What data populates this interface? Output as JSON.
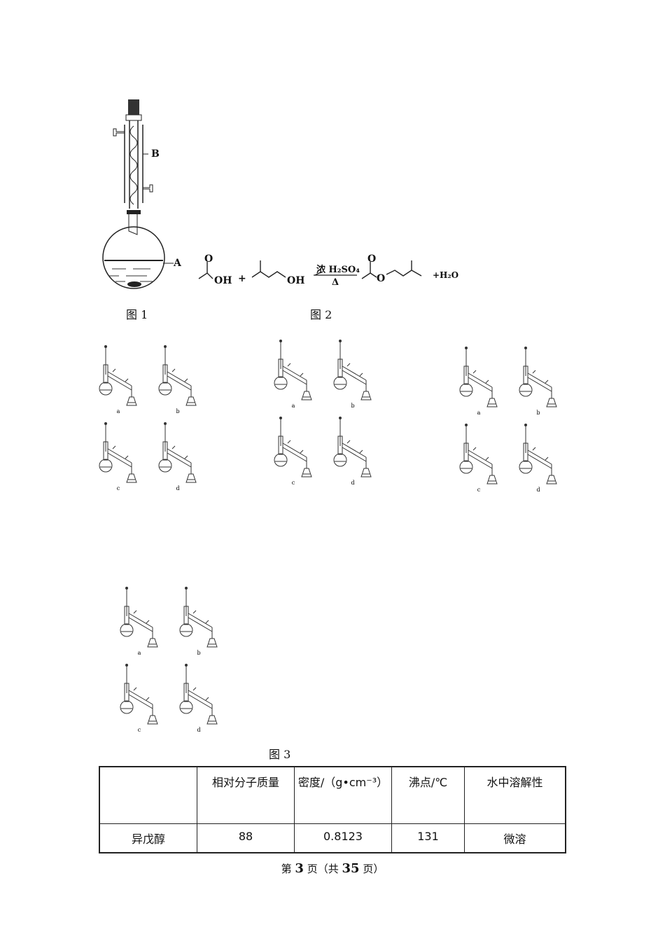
{
  "figure1": {
    "caption": "图 1",
    "labels": {
      "condenser": "B",
      "flask": "A"
    }
  },
  "figure2": {
    "caption": "图 2",
    "equation": {
      "reactant1_group": "OH",
      "plus1": "+",
      "reactant2_group": "OH",
      "condition_top": "浓 H₂SO₄",
      "condition_bottom": "Δ",
      "product_o": "O",
      "product_extra": "+H₂O"
    }
  },
  "figure3": {
    "caption": "图 3",
    "groups": [
      {
        "labels": [
          "a",
          "b",
          "c",
          "d"
        ]
      },
      {
        "labels": [
          "a",
          "b",
          "c",
          "d"
        ]
      },
      {
        "labels": [
          "a",
          "b",
          "c",
          "d"
        ]
      },
      {
        "labels": [
          "a",
          "b",
          "c",
          "d"
        ]
      }
    ]
  },
  "table": {
    "headers": [
      "",
      "相对分子质量",
      "密度/（g•cm⁻³）",
      "沸点/℃",
      "水中溶解性"
    ],
    "rows": [
      [
        "异戊醇",
        "88",
        "0.8123",
        "131",
        "微溶"
      ]
    ]
  },
  "footer": {
    "prefix": "第 ",
    "page": "3",
    "middle": " 页（共 ",
    "total": "35",
    "suffix": " 页）"
  }
}
